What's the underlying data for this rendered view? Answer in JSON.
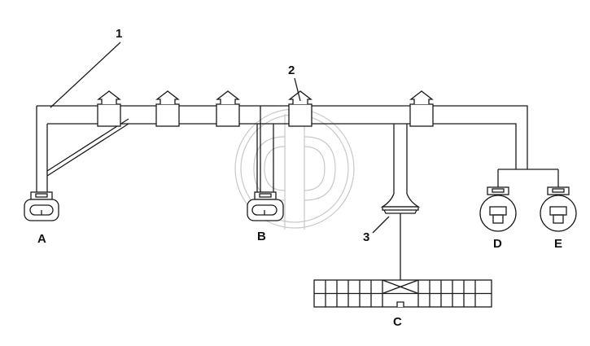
{
  "diagram": {
    "callouts": {
      "c1": "1",
      "c2": "2",
      "c3": "3"
    },
    "connectors": {
      "a": "A",
      "b": "B",
      "c": "C",
      "d": "D",
      "e": "E"
    },
    "colors": {
      "line": "#1a1a1a",
      "watermark": "#c8c8c8",
      "background": "#ffffff"
    }
  }
}
